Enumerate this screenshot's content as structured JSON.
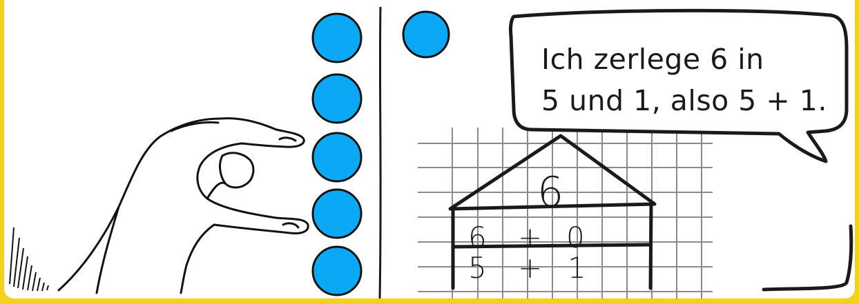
{
  "speech_bubble": {
    "line1": "Ich zerlege 6 in",
    "line2": "5 und 1, also 5 + 1."
  },
  "number_house": {
    "roof_number": "6",
    "rows": [
      {
        "left": "6",
        "operator": "+",
        "right": "0"
      },
      {
        "left": "5",
        "operator": "+",
        "right": "1"
      }
    ]
  },
  "counters": {
    "left_column_count": 5,
    "right_side_count": 1,
    "color": "#0aa8f5"
  },
  "colors": {
    "frame": "#f5d21a",
    "counter_fill": "#0aa8f5",
    "ink": "#1a1a1a",
    "grid": "#8a8a8a"
  }
}
